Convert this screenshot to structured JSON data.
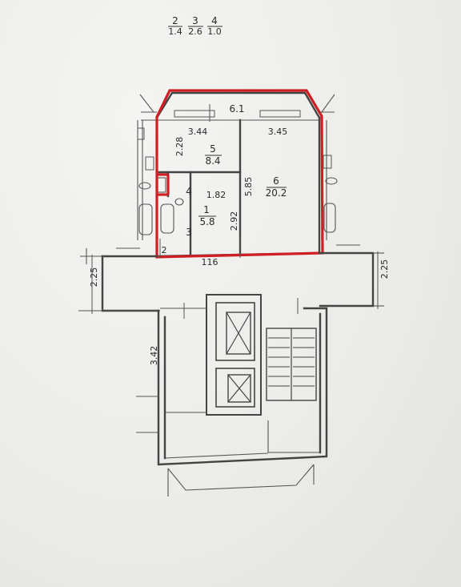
{
  "legend": {
    "cols": [
      {
        "top": "2",
        "bottom": "1.4"
      },
      {
        "top": "3",
        "bottom": "2.6"
      },
      {
        "top": "4",
        "bottom": "1.0"
      }
    ]
  },
  "rooms": [
    {
      "number": "5",
      "area": "8.4"
    },
    {
      "number": "6",
      "area": "20.2"
    },
    {
      "number": "1",
      "area": "5.8"
    },
    {
      "number": "4"
    },
    {
      "number": "3"
    },
    {
      "number": "2"
    }
  ],
  "dimensions": {
    "top_total": "6.1",
    "top_left": "3.44",
    "top_right": "3.45",
    "room5_height": "2.28",
    "room6_height": "5.85",
    "hall_width": "1.82",
    "hall_height": "2.92",
    "bottom_total": "116",
    "left_offset": "2.25",
    "right_offset": "2.25",
    "lower_height": "3.42"
  },
  "colors": {
    "outline": "#cf1f24",
    "line": "#444444"
  }
}
